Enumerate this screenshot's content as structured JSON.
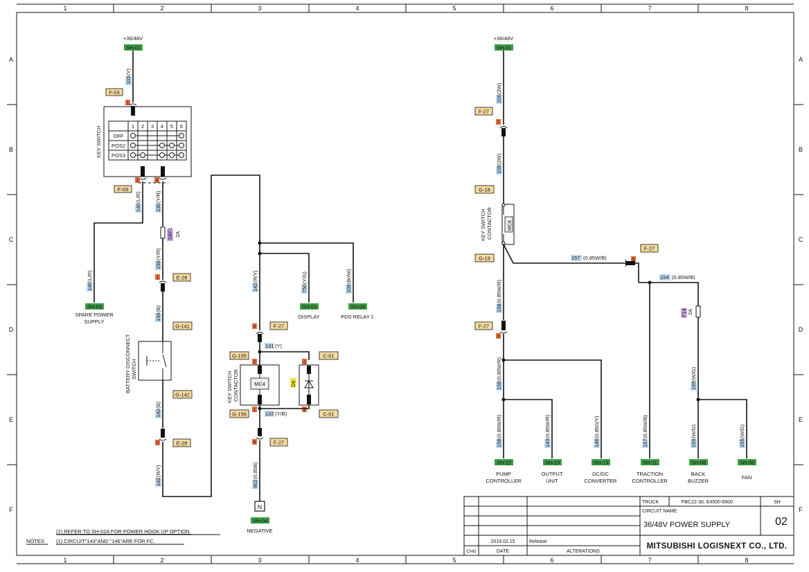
{
  "sheet": {
    "columns": [
      "1",
      "2",
      "3",
      "4",
      "5",
      "6",
      "7",
      "8"
    ],
    "rows": [
      "A",
      "B",
      "C",
      "D",
      "E",
      "F"
    ]
  },
  "left": {
    "supply_label": "+36/48V",
    "supply_tag": "SH-01",
    "w_105": "105",
    "w_105_spec": "(Y)",
    "f03_top": "F-03",
    "pin1": "1",
    "key_switch_label": "KEY SWITCH",
    "ks_cols": [
      "1",
      "2",
      "3",
      "4",
      "5",
      "6"
    ],
    "ks_rows": [
      "OFF",
      "POS2",
      "POS3"
    ],
    "pin2": "2",
    "pin4": "4",
    "f03_bottom": "F-03",
    "w_140a": "140",
    "w_140a_spec": "(L/R)",
    "w_130": "130",
    "w_130_spec": "(Y/R)",
    "sbf1": "SBF1",
    "sbf1_rating": "2A",
    "w_156a": "156",
    "w_156a_spec": "(Y/R)",
    "e28_top": "E-28",
    "w_156b": "156",
    "w_156b_spec": "(B)",
    "g141": "G-141",
    "bds_label_1": "BATTERY DISCONNECT",
    "bds_label_2": "SWITCH",
    "g142": "G-142",
    "w_142a": "142",
    "w_142a_spec": "(B)",
    "e28_bottom": "E-28",
    "w_142b": "142",
    "w_142b_spec": "(R/Y)",
    "w_140b": "140",
    "w_140b_spec": "(L/R)",
    "sh09": "SH-09",
    "spare_1": "SPARE POWER",
    "spare_2": "SUPPLY"
  },
  "middle": {
    "w_142c": "142",
    "w_142c_spec": "(R/Y)",
    "w_750": "750",
    "w_750_spec": "(Y/G)",
    "w_108": "108",
    "w_108_spec": "(Br/W)",
    "sh03": "SH-03",
    "display": "DISPLAY",
    "sh08": "SH-08",
    "pds": "PDS RELAY 1",
    "pin4": "4",
    "f27_a": "F-27",
    "w_131": "131",
    "w_131_spec": "(Y)",
    "g155": "G-155",
    "c01_top": "C-01",
    "ksc_label_1": "KEY SWITCH",
    "ksc_label_2": "CONTACTOR",
    "mc4": "MC4",
    "d6": "D6",
    "pin2a": "2",
    "pin2b": "2",
    "pin1a": "1",
    "pin1b": "1",
    "g156": "G-156",
    "w_132": "132",
    "w_132_spec": "(Y/B)",
    "c01_bottom": "C-01",
    "pin6": "6",
    "f27_b": "F-27",
    "w_902": "902",
    "w_902_spec": "(0.85B)",
    "n_box": "N",
    "sh04": "SH-04",
    "negative": "NEGATIVE"
  },
  "right": {
    "supply_label": "+36/48V",
    "supply_tag": "SH-01",
    "w_106a": "106",
    "w_106a_spec": "(2W)",
    "f27_a": "F-27",
    "pin7": "7",
    "w_106b": "106",
    "w_106b_spec": "(2W)",
    "g18": "G-18",
    "ksc_label_1": "KEY SWITCH",
    "ksc_label_2": "CONTACTOR",
    "mc4": "MC4",
    "g19": "G-19",
    "f27_b": "F-27",
    "pin5": "5",
    "w_157a": "157",
    "w_157a_spec": "(0.85W/B)",
    "w_154": "154",
    "w_154_spec": "(0.85W/B)",
    "w_158a": "158",
    "w_158a_spec": "(0.85W/R)",
    "f27_c": "F-27",
    "pin3": "3",
    "f14": "F14",
    "f14_rating": "2A",
    "w_158b": "158",
    "w_158b_spec": "(0.85W/R)",
    "w_159a": "159",
    "w_159a_spec": "(W/G)",
    "w_158c": "158",
    "w_158c_spec": "(0.85W/R)",
    "w_143": "143",
    "w_143_spec": "(0.85W/R)",
    "w_146": "146",
    "w_146_spec": "(0.85G/Y)",
    "w_157b": "157",
    "w_157b_spec": "(0.85W/B)",
    "w_159b": "159",
    "w_159b_spec": "(W/G)",
    "w_155": "155",
    "w_155_spec": "(W/G)",
    "outputs": [
      {
        "tag": "SH-12",
        "l1": "PUMP",
        "l2": "CONTROLLER"
      },
      {
        "tag": "SH-13",
        "l1": "OUTPUT",
        "l2": "UNIT"
      },
      {
        "tag": "SH-13",
        "l1": "DC/DC",
        "l2": "CONVERTER"
      },
      {
        "tag": "SH-11",
        "l1": "TRACTION",
        "l2": "CONTROLLER"
      },
      {
        "tag": "SH-08",
        "l1": "BACK",
        "l2": "BUZZER"
      },
      {
        "tag": "SH-08",
        "l1": "FAN",
        "l2": ""
      }
    ]
  },
  "notes": {
    "label": "NOTES",
    "n2": "(2) REFER TO SH-02A FOR POWER HOOK UP OPTION.",
    "n1": "(1) CIRCUIT\"143\"AND \"146\"ARE FOR  FC."
  },
  "title_block": {
    "truck_label": "TRUCK",
    "truck_value": "FBC22-30, E4500-6500",
    "sh_label": "SH",
    "circuit_name_label": "CIRCUIT NAME",
    "circuit_name": "36/48V POWER SUPPLY",
    "sheet_no": "02",
    "date_value": "2019.02.15",
    "alteration": "Release",
    "col_chg": "CHG",
    "col_date": "DATE",
    "col_alt": "ALTERATIONS",
    "company": "MITSUBISHI LOGISNEXT CO., LTD."
  },
  "colors": {
    "wire_blue": "#bcd9ef",
    "tag_orange": "#f6dca0",
    "tag_green": "#3f9b46",
    "pin_red": "#e26a3d",
    "fuse_purple": "#c9a8e6",
    "diode_yellow": "#f2ea3a"
  }
}
